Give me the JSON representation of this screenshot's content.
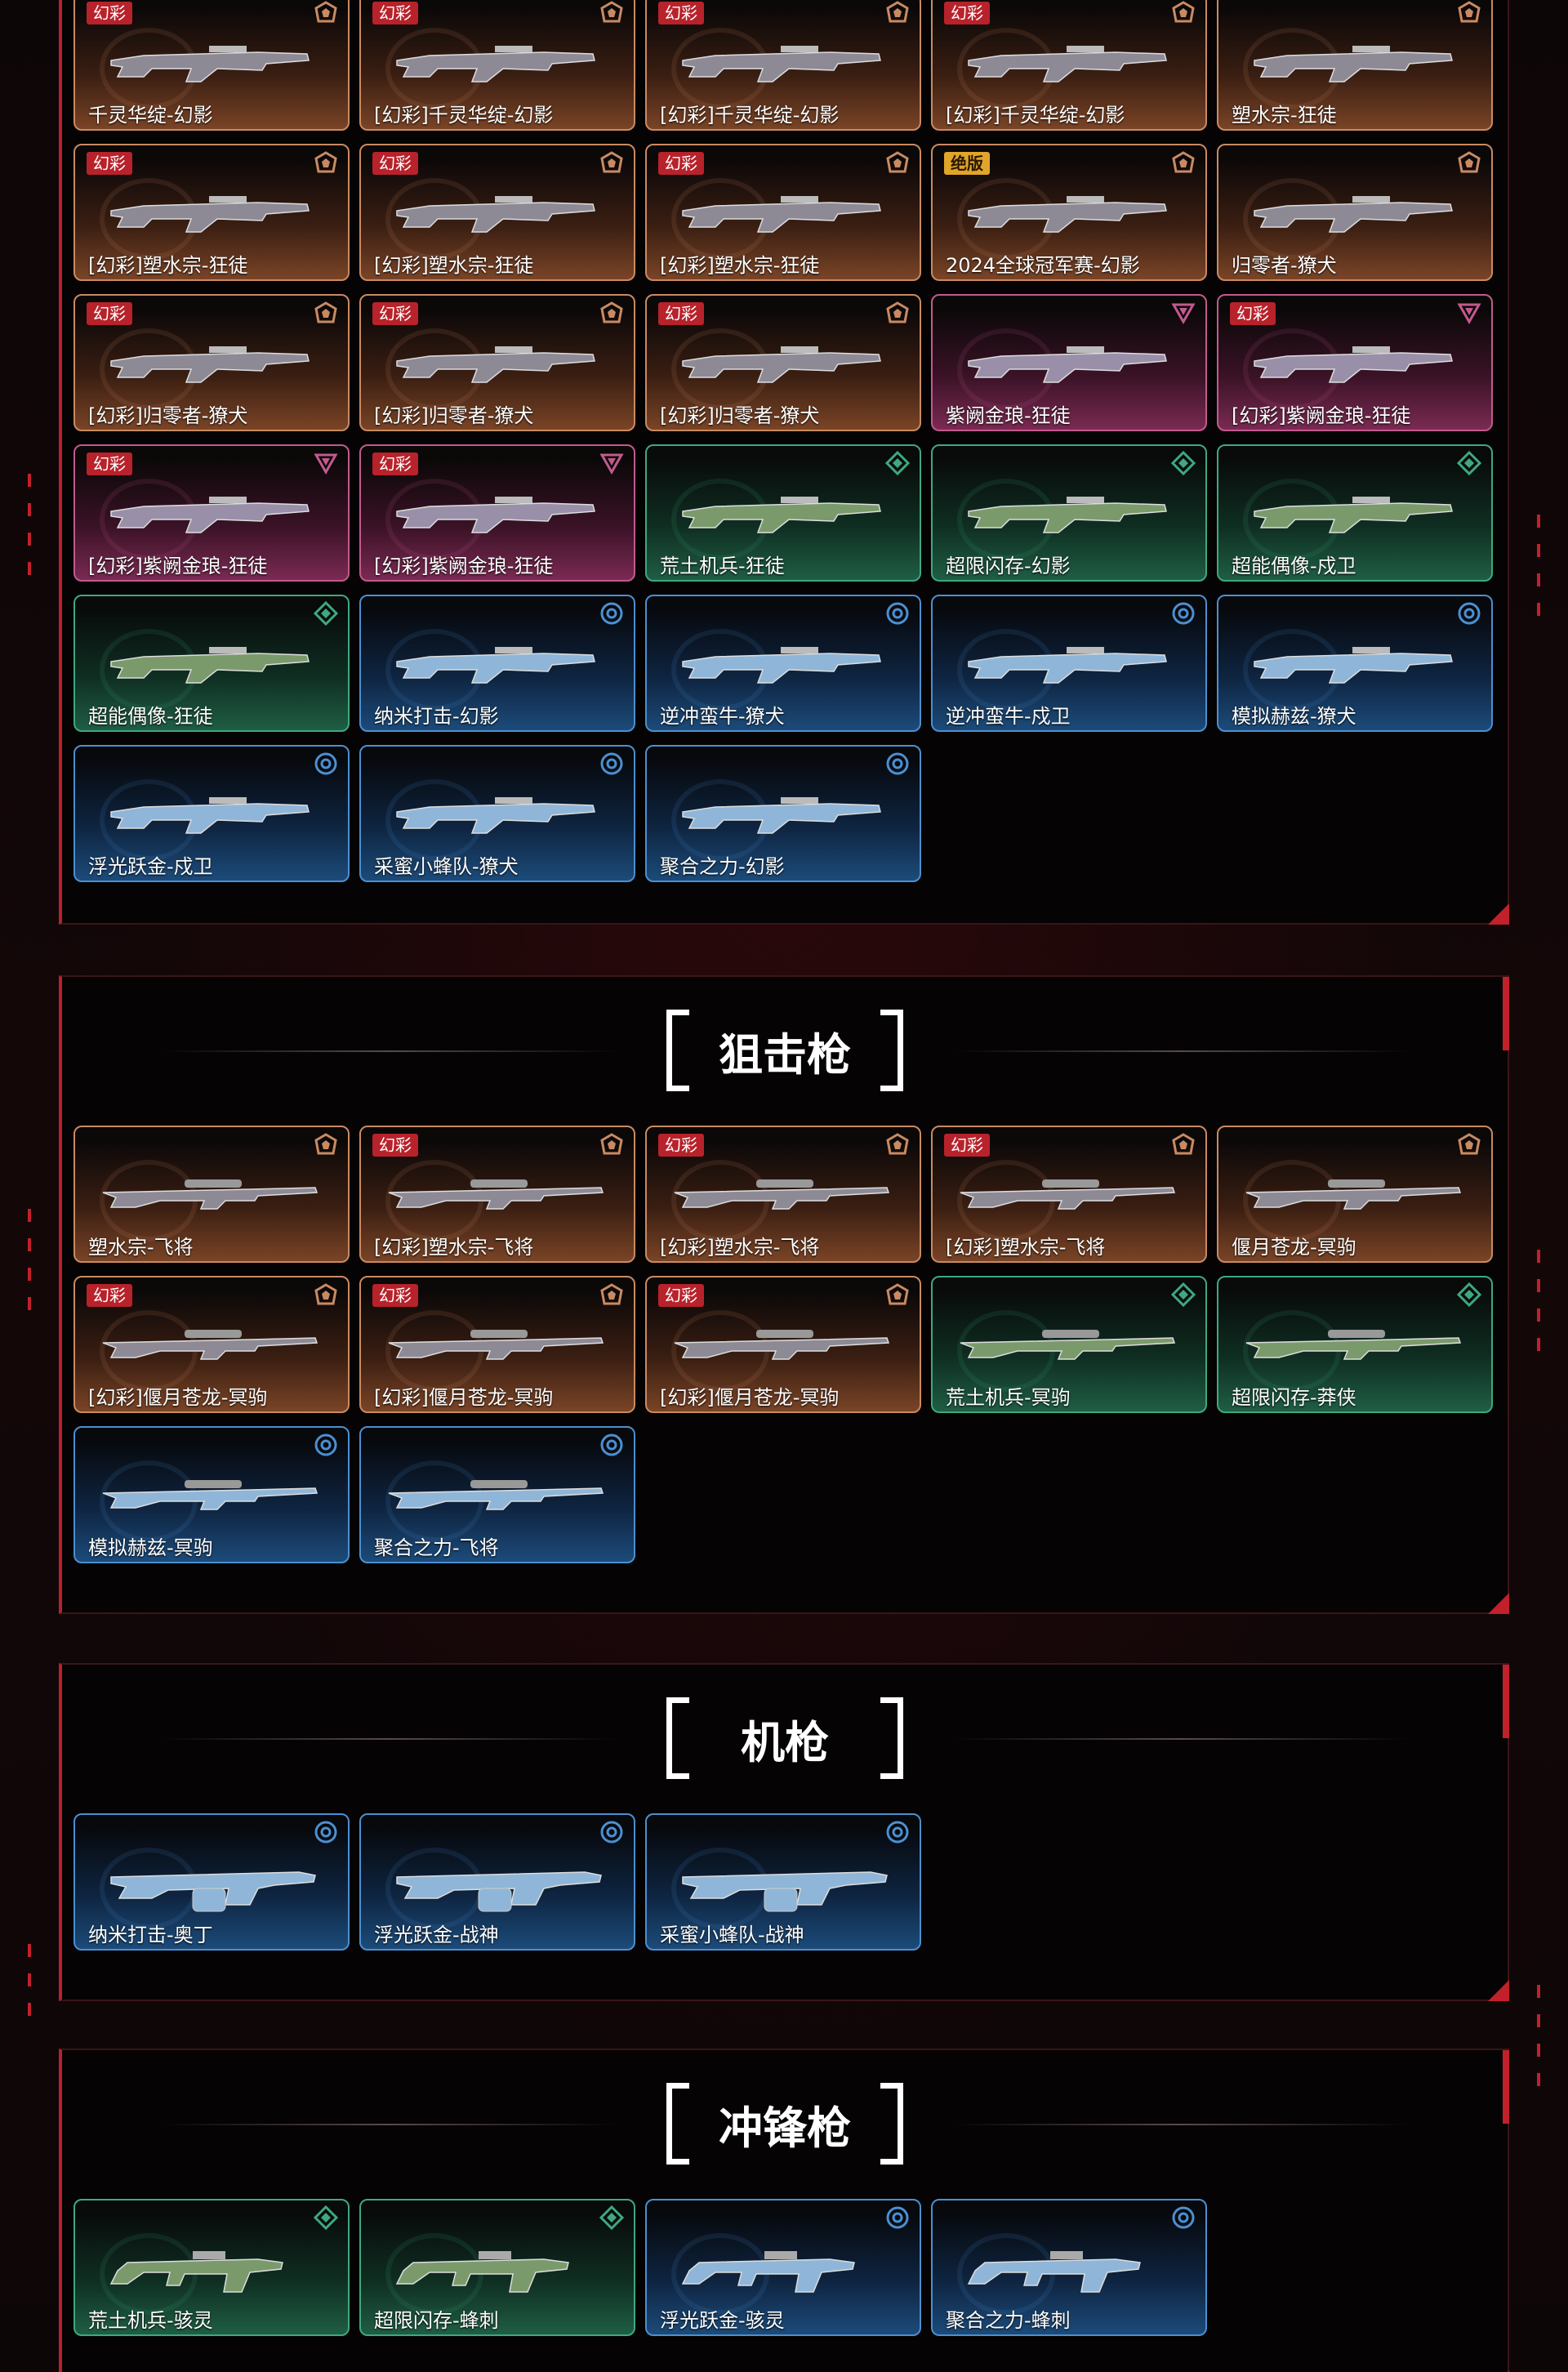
{
  "colors": {
    "orange": "#c98a62",
    "pink": "#c25a8e",
    "green": "#3fa880",
    "blue": "#4c8fd0",
    "accent_red": "#c2202a"
  },
  "sections": [
    {
      "title": "",
      "cards": [
        {
          "name": "千灵华绽-幻影",
          "badge": "幻彩",
          "tier": "orange",
          "gun": "rifle"
        },
        {
          "name": "[幻彩]千灵华绽-幻影",
          "badge": "幻彩",
          "tier": "orange",
          "gun": "rifle"
        },
        {
          "name": "[幻彩]千灵华绽-幻影",
          "badge": "幻彩",
          "tier": "orange",
          "gun": "rifle"
        },
        {
          "name": "[幻彩]千灵华绽-幻影",
          "badge": "幻彩",
          "tier": "orange",
          "gun": "rifle"
        },
        {
          "name": "塑水宗-狂徒",
          "badge": "",
          "tier": "orange",
          "gun": "rifle"
        },
        {
          "name": "[幻彩]塑水宗-狂徒",
          "badge": "幻彩",
          "tier": "orange",
          "gun": "rifle"
        },
        {
          "name": "[幻彩]塑水宗-狂徒",
          "badge": "幻彩",
          "tier": "orange",
          "gun": "rifle"
        },
        {
          "name": "[幻彩]塑水宗-狂徒",
          "badge": "幻彩",
          "tier": "orange",
          "gun": "rifle"
        },
        {
          "name": "2024全球冠军赛-幻影",
          "badge": "绝版",
          "badge_style": "gold",
          "tier": "orange",
          "gun": "rifle"
        },
        {
          "name": "归零者-獠犬",
          "badge": "",
          "tier": "orange",
          "gun": "rifle"
        },
        {
          "name": "[幻彩]归零者-獠犬",
          "badge": "幻彩",
          "tier": "orange",
          "gun": "rifle"
        },
        {
          "name": "[幻彩]归零者-獠犬",
          "badge": "幻彩",
          "tier": "orange",
          "gun": "rifle"
        },
        {
          "name": "[幻彩]归零者-獠犬",
          "badge": "幻彩",
          "tier": "orange",
          "gun": "rifle"
        },
        {
          "name": "紫阙金琅-狂徒",
          "badge": "",
          "tier": "pink",
          "gun": "rifle"
        },
        {
          "name": "[幻彩]紫阙金琅-狂徒",
          "badge": "幻彩",
          "tier": "pink",
          "gun": "rifle"
        },
        {
          "name": "[幻彩]紫阙金琅-狂徒",
          "badge": "幻彩",
          "tier": "pink",
          "gun": "rifle"
        },
        {
          "name": "[幻彩]紫阙金琅-狂徒",
          "badge": "幻彩",
          "tier": "pink",
          "gun": "rifle"
        },
        {
          "name": "荒土机兵-狂徒",
          "badge": "",
          "tier": "green",
          "gun": "rifle"
        },
        {
          "name": "超限闪存-幻影",
          "badge": "",
          "tier": "green",
          "gun": "rifle"
        },
        {
          "name": "超能偶像-戍卫",
          "badge": "",
          "tier": "green",
          "gun": "rifle"
        },
        {
          "name": "超能偶像-狂徒",
          "badge": "",
          "tier": "green",
          "gun": "rifle"
        },
        {
          "name": "纳米打击-幻影",
          "badge": "",
          "tier": "blue",
          "gun": "rifle"
        },
        {
          "name": "逆冲蛮牛-獠犬",
          "badge": "",
          "tier": "blue",
          "gun": "rifle"
        },
        {
          "name": "逆冲蛮牛-戍卫",
          "badge": "",
          "tier": "blue",
          "gun": "rifle"
        },
        {
          "name": "模拟赫兹-獠犬",
          "badge": "",
          "tier": "blue",
          "gun": "rifle"
        },
        {
          "name": "浮光跃金-戍卫",
          "badge": "",
          "tier": "blue",
          "gun": "rifle"
        },
        {
          "name": "采蜜小蜂队-獠犬",
          "badge": "",
          "tier": "blue",
          "gun": "rifle"
        },
        {
          "name": "聚合之力-幻影",
          "badge": "",
          "tier": "blue",
          "gun": "rifle"
        }
      ]
    },
    {
      "title": "狙击枪",
      "cards": [
        {
          "name": "塑水宗-飞将",
          "badge": "",
          "tier": "orange",
          "gun": "sniper"
        },
        {
          "name": "[幻彩]塑水宗-飞将",
          "badge": "幻彩",
          "tier": "orange",
          "gun": "sniper"
        },
        {
          "name": "[幻彩]塑水宗-飞将",
          "badge": "幻彩",
          "tier": "orange",
          "gun": "sniper"
        },
        {
          "name": "[幻彩]塑水宗-飞将",
          "badge": "幻彩",
          "tier": "orange",
          "gun": "sniper"
        },
        {
          "name": "偃月苍龙-冥驹",
          "badge": "",
          "tier": "orange",
          "gun": "sniper"
        },
        {
          "name": "[幻彩]偃月苍龙-冥驹",
          "badge": "幻彩",
          "tier": "orange",
          "gun": "sniper"
        },
        {
          "name": "[幻彩]偃月苍龙-冥驹",
          "badge": "幻彩",
          "tier": "orange",
          "gun": "sniper"
        },
        {
          "name": "[幻彩]偃月苍龙-冥驹",
          "badge": "幻彩",
          "tier": "orange",
          "gun": "sniper"
        },
        {
          "name": "荒土机兵-冥驹",
          "badge": "",
          "tier": "green",
          "gun": "sniper"
        },
        {
          "name": "超限闪存-莽侠",
          "badge": "",
          "tier": "green",
          "gun": "sniper"
        },
        {
          "name": "模拟赫兹-冥驹",
          "badge": "",
          "tier": "blue",
          "gun": "sniper"
        },
        {
          "name": "聚合之力-飞将",
          "badge": "",
          "tier": "blue",
          "gun": "sniper"
        }
      ]
    },
    {
      "title": "机枪",
      "cards": [
        {
          "name": "纳米打击-奥丁",
          "badge": "",
          "tier": "blue",
          "gun": "mg"
        },
        {
          "name": "浮光跃金-战神",
          "badge": "",
          "tier": "blue",
          "gun": "mg"
        },
        {
          "name": "采蜜小蜂队-战神",
          "badge": "",
          "tier": "blue",
          "gun": "mg"
        }
      ]
    },
    {
      "title": "冲锋枪",
      "cards": [
        {
          "name": "荒土机兵-骇灵",
          "badge": "",
          "tier": "green",
          "gun": "smg"
        },
        {
          "name": "超限闪存-蜂刺",
          "badge": "",
          "tier": "green",
          "gun": "smg"
        },
        {
          "name": "浮光跃金-骇灵",
          "badge": "",
          "tier": "blue",
          "gun": "smg"
        },
        {
          "name": "聚合之力-蜂刺",
          "badge": "",
          "tier": "blue",
          "gun": "smg"
        }
      ]
    }
  ]
}
